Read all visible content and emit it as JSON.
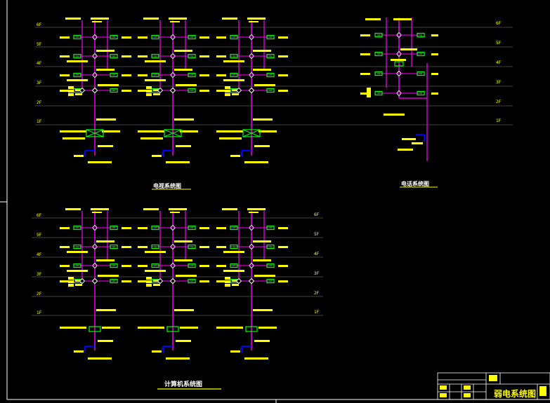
{
  "titles": {
    "tv_system": "电视系统图",
    "phone_system": "电话系统图",
    "computer_system": "计算机系统图"
  },
  "floors_upper_left": [
    "6F",
    "5F",
    "4F",
    "3F",
    "2F",
    "1F"
  ],
  "floors_upper_right": [
    "6F",
    "5F",
    "4F",
    "3F",
    "2F",
    "1F"
  ],
  "floors_lower_left": [
    "6F",
    "5F",
    "4F",
    "3F",
    "2F",
    "1F"
  ],
  "floors_lower_right": [
    "6F",
    "5F",
    "4F",
    "3F",
    "2F",
    "1F"
  ],
  "title_block": {
    "drawing_name": "弱电系统图"
  },
  "colors": {
    "background": "#000000",
    "riser": "#ff00ff",
    "label": "#ffff00",
    "outlet": "#00ff00",
    "floor_line": "#808080",
    "feed": "#0000ff",
    "frame": "#ffffff"
  }
}
